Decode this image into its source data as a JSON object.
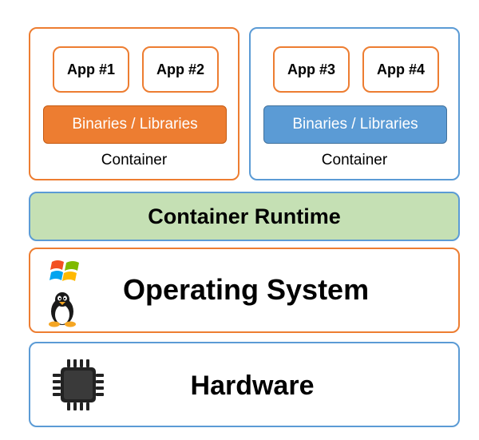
{
  "containers": [
    {
      "apps": [
        "App #1",
        "App #2"
      ],
      "binaries": "Binaries / Libraries",
      "label": "Container",
      "border_color": "#ED7D31",
      "binaries_color": "#ED7D31"
    },
    {
      "apps": [
        "App #3",
        "App #4"
      ],
      "binaries": "Binaries / Libraries",
      "label": "Container",
      "border_color": "#5B9BD5",
      "binaries_color": "#5B9BD5"
    }
  ],
  "runtime": {
    "label": "Container Runtime",
    "fill": "#C5E0B4",
    "border_color": "#5B9BD5"
  },
  "os": {
    "label": "Operating System",
    "border_color": "#ED7D31",
    "icons": [
      "windows-logo-icon",
      "linux-penguin-icon"
    ]
  },
  "hardware": {
    "label": "Hardware",
    "border_color": "#5B9BD5",
    "icons": [
      "cpu-chip-icon"
    ]
  }
}
